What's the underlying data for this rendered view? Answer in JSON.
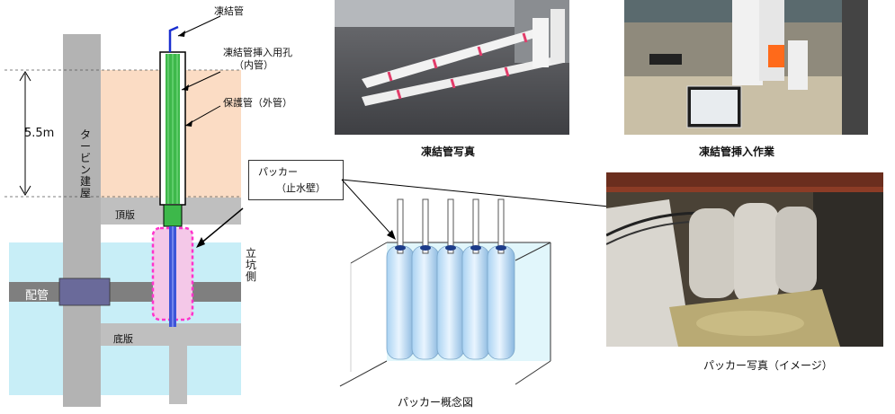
{
  "labels": {
    "freeze_pipe": "凍結管",
    "insert_hole": "凍結管挿入用孔",
    "inner_pipe": "（内管）",
    "protect_pipe": "保護管（外管）",
    "depth": "5.5m",
    "turbine_building": "タービン建屋",
    "top_slab": "頂版",
    "bottom_slab": "底版",
    "piping": "配管",
    "shaft_side": "立坑側",
    "packer": "パッカー",
    "packer_sub": "（止水壁）"
  },
  "captions": {
    "photo_freeze_pipe": "凍結管写真",
    "photo_insertion": "凍結管挿入作業",
    "packer_concept": "パッカー概念図",
    "packer_photo": "パッカー写真（イメージ）"
  },
  "colors": {
    "building_column": "#b3b3b3",
    "concrete": "#bfbfbf",
    "soil": "#fbdcc4",
    "water": "#c8eef7",
    "pipe": "#7f7f7f",
    "flange": "#6a6a9a",
    "freeze_pipe_green": "#3db84a",
    "packer_pink": "#ff33cc",
    "freeze_pipe_top_blue": "#1a2fd0"
  }
}
